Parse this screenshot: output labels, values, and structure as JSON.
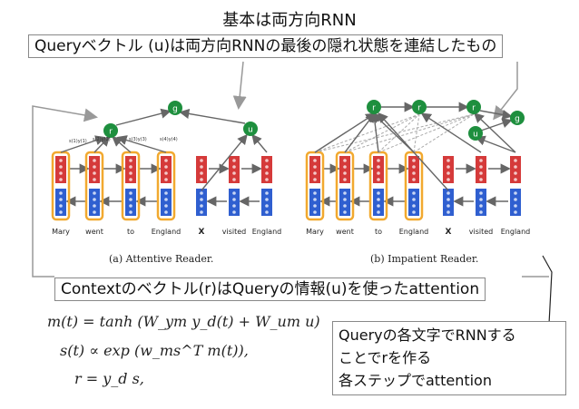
{
  "slide": {
    "title": "基本は両方向RNN",
    "callout_query": "Queryベクトル (u)は両方向RNNの最後の隠れ状態を連結したもの",
    "callout_context": "Contextのベクトル(r)はQueryの情報(u)を使ったattention",
    "callout_impatient": [
      "Queryの各文字でRNNする",
      "ことでrを作る",
      "各ステップでattention"
    ]
  },
  "diagram_a": {
    "caption": "(a) Attentive Reader.",
    "tokens": [
      "Mary",
      "went",
      "to",
      "England",
      "X",
      "visited",
      "England"
    ],
    "attn_labels": [
      "s(1)y(1)",
      "s(2)y(2)",
      "s(3)y(3)",
      "s(4)y(4)"
    ],
    "nodes": {
      "r": "r",
      "g": "g",
      "u": "u"
    }
  },
  "diagram_b": {
    "caption": "(b) Impatient Reader.",
    "tokens": [
      "Mary",
      "went",
      "to",
      "England",
      "X",
      "visited",
      "England"
    ],
    "nodes": {
      "r": "r",
      "g": "g",
      "u": "u"
    }
  },
  "equations": [
    "m(t) = tanh (W_ym y_d(t) + W_um u)",
    "s(t) ∝ exp (w_ms^T m(t)),",
    "r = y_d s,"
  ],
  "colors": {
    "red_cell": "#d53a3a",
    "blue_cell": "#2f5fd0",
    "highlight": "#f2a92f",
    "node": "#1e8f3e",
    "arrow": "#777777"
  }
}
